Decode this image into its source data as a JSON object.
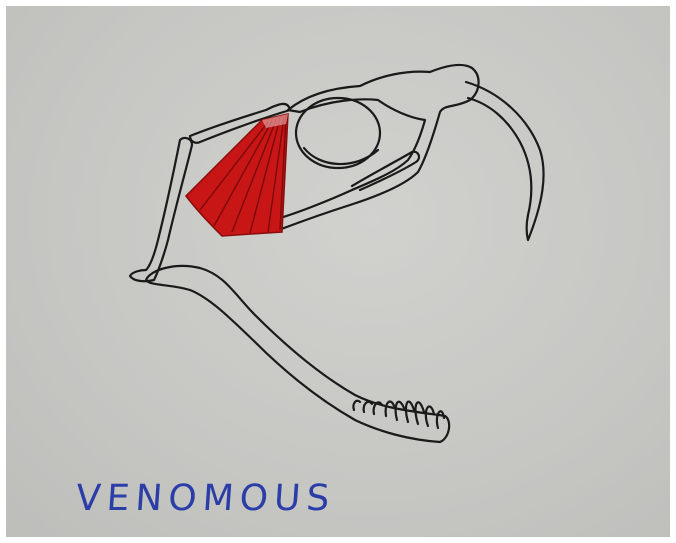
{
  "label": "VENOMOUS",
  "colors": {
    "board": "#c9c9c6",
    "ink": "#1a1a1a",
    "muscle": "#c81515",
    "marker_blue": "#2b3ea8"
  },
  "parts": [
    "skull",
    "eye-orbit",
    "fang",
    "jaw-muscle",
    "quadrate-bone",
    "lower-jaw",
    "teeth"
  ]
}
